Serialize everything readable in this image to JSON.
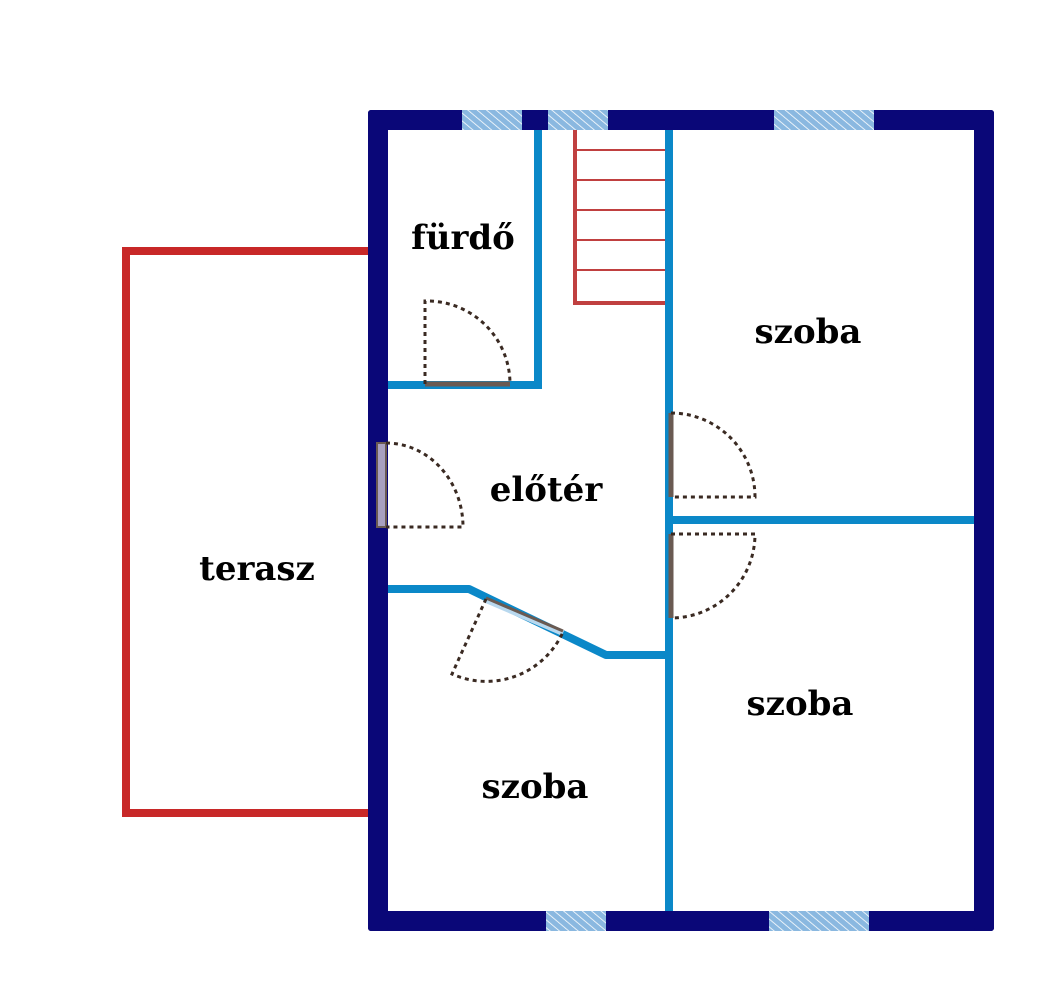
{
  "floor_plan": {
    "rooms": [
      {
        "id": "bathroom",
        "label": "fürdő"
      },
      {
        "id": "hallway",
        "label": "előtér"
      },
      {
        "id": "terrace",
        "label": "terasz"
      },
      {
        "id": "room-top-right",
        "label": "szoba"
      },
      {
        "id": "room-bottom-right",
        "label": "szoba"
      },
      {
        "id": "room-bottom-left",
        "label": "szoba"
      }
    ]
  },
  "colors": {
    "exterior_wall": "#0a0778",
    "interior_wall": "#0b88c8",
    "terrace_outline": "#c82828",
    "stairs": "#c04040",
    "window": "#8ab8e0",
    "door_swing": "#3a2a22",
    "door_leaf": "#6a5a52"
  }
}
